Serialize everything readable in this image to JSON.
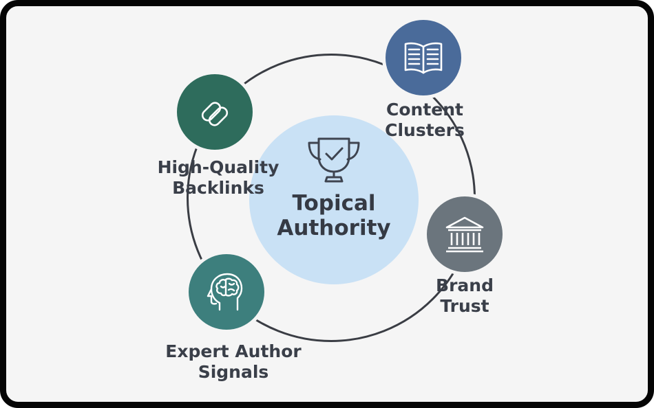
{
  "center": {
    "title_line1": "Topical",
    "title_line2": "Authority",
    "icon": "trophy-check-icon"
  },
  "nodes": [
    {
      "id": "content-clusters",
      "line1": "Content",
      "line2": "Clusters",
      "icon": "open-book-icon",
      "color": "#4a6b9a"
    },
    {
      "id": "brand-trust",
      "line1": "Brand",
      "line2": "Trust",
      "icon": "bank-building-icon",
      "color": "#6b757d"
    },
    {
      "id": "expert-author-signals",
      "line1": "Expert Author",
      "line2": "Signals",
      "icon": "brain-head-icon",
      "color": "#3d7f7d"
    },
    {
      "id": "high-quality-backlinks",
      "line1": "High-Quality",
      "line2": "Backlinks",
      "icon": "chain-link-icon",
      "color": "#2e6c5c"
    }
  ],
  "colors": {
    "ring": "#3a3d44",
    "center_fill": "#c9e1f5",
    "text": "#3a3f49",
    "background": "#f5f5f5"
  }
}
